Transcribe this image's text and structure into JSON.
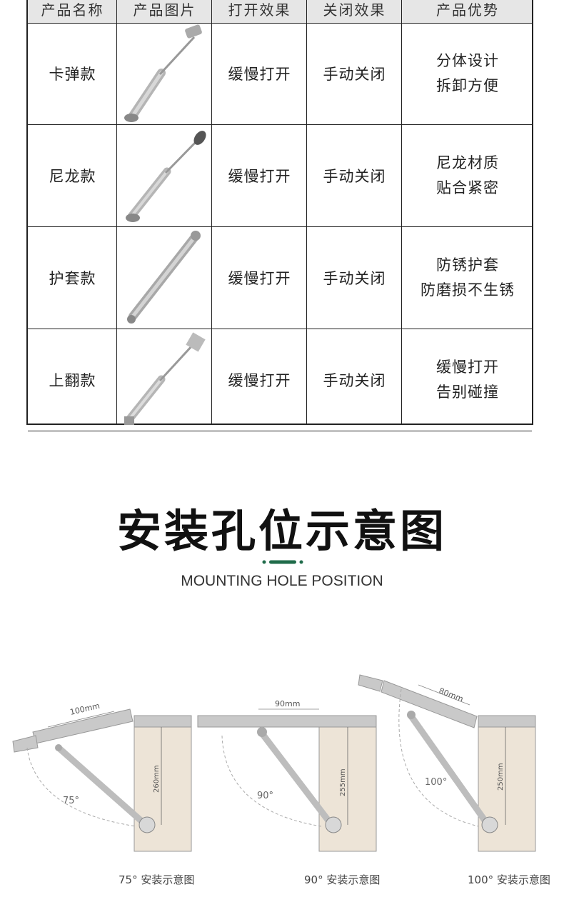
{
  "table": {
    "headers": [
      "产品名称",
      "产品图片",
      "打开效果",
      "关闭效果",
      "产品优势"
    ],
    "rows": [
      {
        "name": "卡弹款",
        "open": "缓慢打开",
        "close": "手动关闭",
        "adv1": "分体设计",
        "adv2": "拆卸方便"
      },
      {
        "name": "尼龙款",
        "open": "缓慢打开",
        "close": "手动关闭",
        "adv1": "尼龙材质",
        "adv2": "贴合紧密"
      },
      {
        "name": "护套款",
        "open": "缓慢打开",
        "close": "手动关闭",
        "adv1": "防锈护套",
        "adv2": "防磨损不生锈"
      },
      {
        "name": "上翻款",
        "open": "缓慢打开",
        "close": "手动关闭",
        "adv1": "缓慢打开",
        "adv2": "告别碰撞"
      }
    ]
  },
  "section": {
    "title": "安装孔位示意图",
    "subtitle": "MOUNTING HOLE POSITION",
    "accent_color": "#1f6b4a"
  },
  "diagrams": [
    {
      "angle_label": "75°",
      "width_label": "100mm",
      "height_label": "260mm",
      "caption": "75° 安装示意图"
    },
    {
      "angle_label": "90°",
      "width_label": "90mm",
      "height_label": "255mm",
      "caption": "90° 安装示意图"
    },
    {
      "angle_label": "100°",
      "width_label": "80mm",
      "height_label": "250mm",
      "caption": "100° 安装示意图"
    }
  ],
  "colors": {
    "header_bg": "#e6e6e6",
    "cabinet": "#ede4d7",
    "panel": "#c9c9c9",
    "strut": "#bdbdbd"
  }
}
